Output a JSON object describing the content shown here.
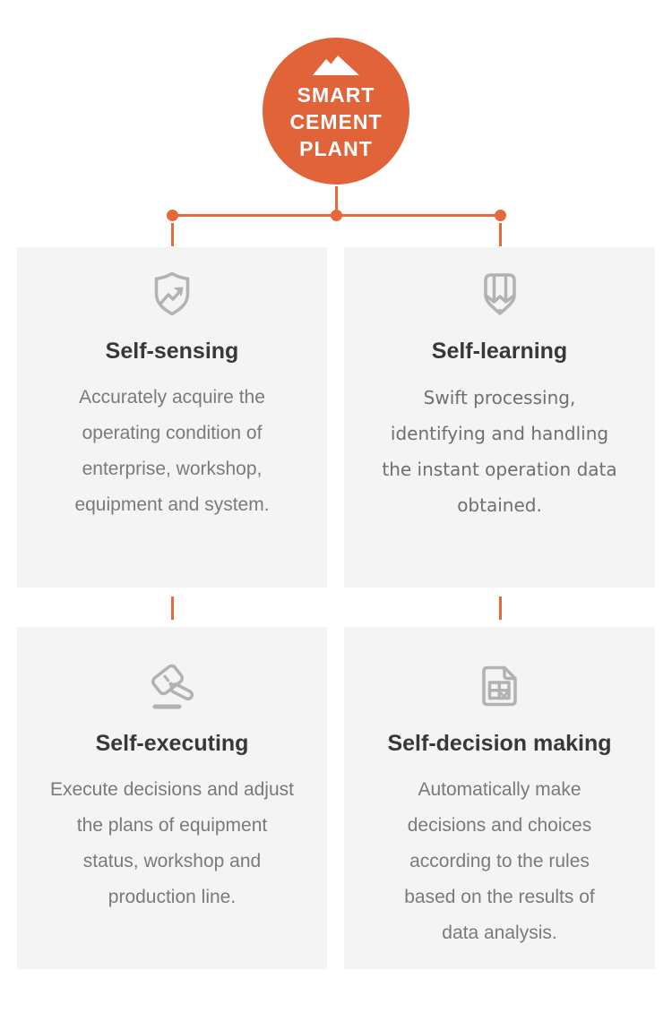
{
  "hub": {
    "title": "SMART\nCEMENT\nPLANT",
    "icon": "mountain-icon",
    "background_color": "#e0633a",
    "text_color": "#ffffff"
  },
  "connectors": {
    "color": "#e5693c",
    "dot_count": 3
  },
  "cards": [
    {
      "icon": "shield-trend-icon",
      "title": "Self-sensing",
      "body": "Accurately acquire the\noperating condition of\nenterprise, workshop,\nequipment and system."
    },
    {
      "icon": "pencil-icon",
      "title": "Self-learning",
      "body": "Swift processing,\nidentifying and handling\nthe instant operation data\nobtained."
    },
    {
      "icon": "gavel-icon",
      "title": "Self-executing",
      "body": "Execute decisions and adjust\nthe plans of equipment\nstatus, workshop and\nproduction line."
    },
    {
      "icon": "document-check-icon",
      "title": "Self-decision making",
      "body": "Automatically make\ndecisions and choices\naccording to the rules\nbased on the results of\ndata analysis."
    }
  ],
  "style": {
    "card_background": "#f4f4f4",
    "title_color": "#383838",
    "body_color": "#7a7a7a",
    "icon_color": "#b2b2b4",
    "page_background": "#ffffff"
  }
}
